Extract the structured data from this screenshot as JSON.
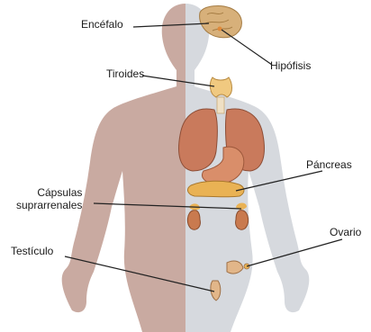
{
  "labels": {
    "encefalo": "Encéfalo",
    "hipofisis": "Hipófisis",
    "tiroides": "Tiroides",
    "pancreas": "Páncreas",
    "capsulas_line1": "Cápsulas",
    "capsulas_line2": "suprarrenales",
    "ovario": "Ovario",
    "testiculo": "Testículo"
  },
  "colors": {
    "male_half": "#c9aaa1",
    "female_half": "#d6d9de",
    "brain": "#d7b07a",
    "lungs": "#c97a5c",
    "stomach": "#d98e6a",
    "pancreas": "#e9b254",
    "kidneys": "#c97a4f",
    "thyroid": "#f0c980",
    "leader_line": "#222222"
  }
}
